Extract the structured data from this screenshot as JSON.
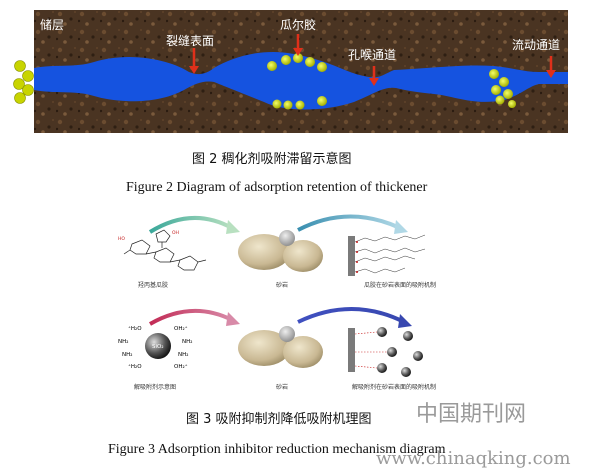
{
  "figure2": {
    "labels": {
      "reservoir": "储层",
      "fracture_surface": "裂缝表面",
      "guar_gum": "瓜尔胶",
      "pore_throat": "孔喉通道",
      "flow_channel": "流动通道"
    },
    "colors": {
      "rock": "#4a3422",
      "channel": "#1553e0",
      "particle": "#c8d400",
      "arrow": "#e0301a"
    },
    "caption_cn": "图 2    稠化剂吸附滞留示意图",
    "caption_en": "Figure 2     Diagram of adsorption retention of thickener"
  },
  "figure3": {
    "labels": {
      "hydroxypropyl_guar": "羟丙基瓜胶",
      "sandstone_top": "砂岩",
      "gum_mechanism": "瓜胶在砂岩表面的吸附机制",
      "desorbent_diagram": "解吸附剂示意图",
      "sandstone_bottom": "砂岩",
      "desorbent_mechanism": "解吸附剂在砂岩表面的吸附机制"
    },
    "sio2_groups": [
      "⁺H₂O",
      "OH₂⁺",
      "NH₂",
      "NH₂",
      "NH₂",
      "NH₂",
      "⁺H₂O",
      "OH₂⁺"
    ],
    "core_label": "SiO₂",
    "caption_cn": "图 3    吸附抑制剂降低吸附机理图",
    "caption_en": "Figure 3    Adsorption inhibitor reduction mechanism diagram"
  },
  "watermark": {
    "cn": "中国期刊网",
    "url": "www.chinaqking.com"
  }
}
